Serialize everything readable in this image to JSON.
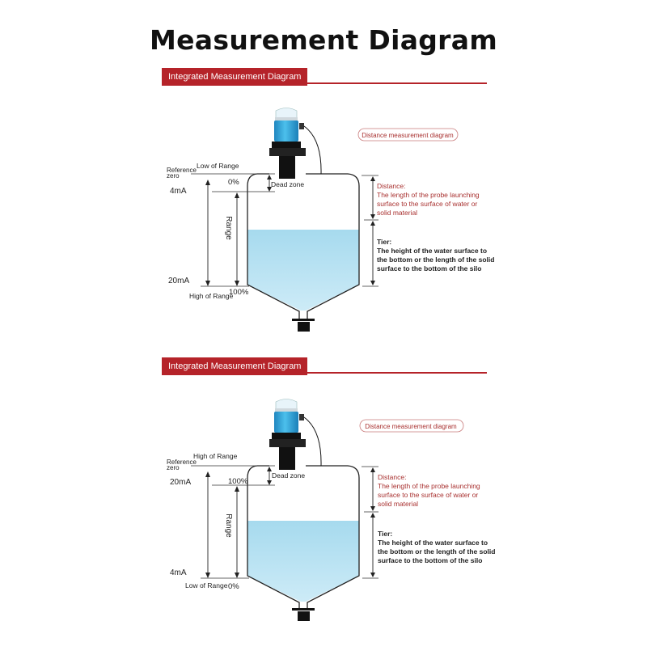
{
  "title": "Measurement Diagram",
  "sections": [
    {
      "header": "Integrated Measurement Diagram",
      "pill": "Distance measurement diagram",
      "labels": {
        "reference_zero": [
          "Reference",
          "zero"
        ],
        "top_range": "Low of Range",
        "bottom_range": "High of Range",
        "top_percent": "0%",
        "bottom_percent": "100%",
        "top_current": "4mA",
        "bottom_current": "20mA",
        "dead_zone": "Dead zone",
        "range": "Range"
      },
      "distance": {
        "heading": "Distance:",
        "lines": [
          "The length of the probe launching",
          "surface to the surface of water or",
          "solid material"
        ]
      },
      "tier": {
        "heading": "Tier:",
        "lines": [
          "The height of the water surface to",
          "the bottom or the length of the solid",
          "surface to the bottom of the silo"
        ]
      },
      "colors": {
        "accent": "#b52329",
        "water": "#a9dcef",
        "probe": "#3aaee0",
        "red_text": "#a8302f"
      }
    },
    {
      "header": "Integrated Measurement Diagram",
      "pill": "Distance measurement diagram",
      "labels": {
        "reference_zero": [
          "Reference",
          "zero"
        ],
        "top_range": "High of Range",
        "bottom_range": "Low of Range",
        "top_percent": "100%",
        "bottom_percent": "0%",
        "top_current": "20mA",
        "bottom_current": "4mA",
        "dead_zone": "Dead zone",
        "range": "Range"
      },
      "distance": {
        "heading": "Distance:",
        "lines": [
          "The length of the probe launching",
          "surface to the surface of water or",
          "solid material"
        ]
      },
      "tier": {
        "heading": "Tier:",
        "lines": [
          "The height of the water surface to",
          "the bottom or the length of the solid",
          "surface to the bottom of the silo"
        ]
      },
      "colors": {
        "accent": "#b52329",
        "water": "#a9dcef",
        "probe": "#3aaee0",
        "red_text": "#a8302f"
      }
    }
  ]
}
